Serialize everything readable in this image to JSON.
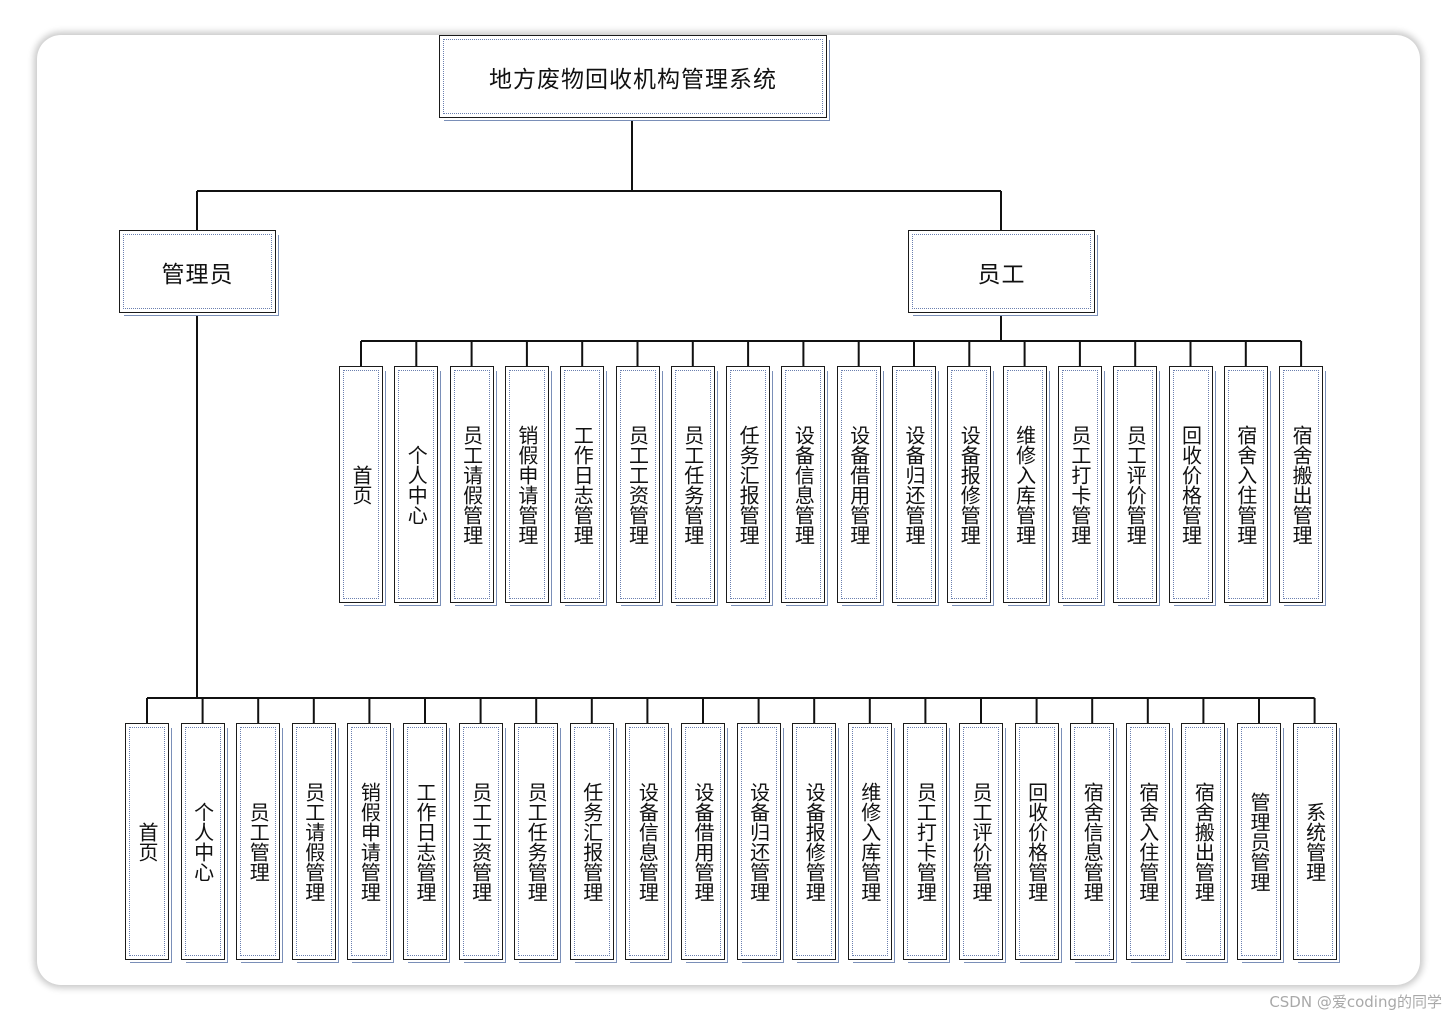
{
  "root": "地方废物回收机构管理系统",
  "branches": [
    {
      "label": "管理员",
      "modules": [
        "首页",
        "个人中心",
        "员工管理",
        "员工请假管理",
        "销假申请管理",
        "工作日志管理",
        "员工工资管理",
        "员工任务管理",
        "任务汇报管理",
        "设备信息管理",
        "设备借用管理",
        "设备归还管理",
        "设备报修管理",
        "维修入库管理",
        "员工打卡管理",
        "员工评价管理",
        "回收价格管理",
        "宿舍信息管理",
        "宿舍入住管理",
        "宿舍搬出管理",
        "管理员管理",
        "系统管理"
      ]
    },
    {
      "label": "员工",
      "modules": [
        "首页",
        "个人中心",
        "员工请假管理",
        "销假申请管理",
        "工作日志管理",
        "员工工资管理",
        "员工任务管理",
        "任务汇报管理",
        "设备信息管理",
        "设备借用管理",
        "设备归还管理",
        "设备报修管理",
        "维修入库管理",
        "员工打卡管理",
        "员工评价管理",
        "回收价格管理",
        "宿舍入住管理",
        "宿舍搬出管理"
      ]
    }
  ],
  "watermark": "CSDN @爱coding的同学"
}
